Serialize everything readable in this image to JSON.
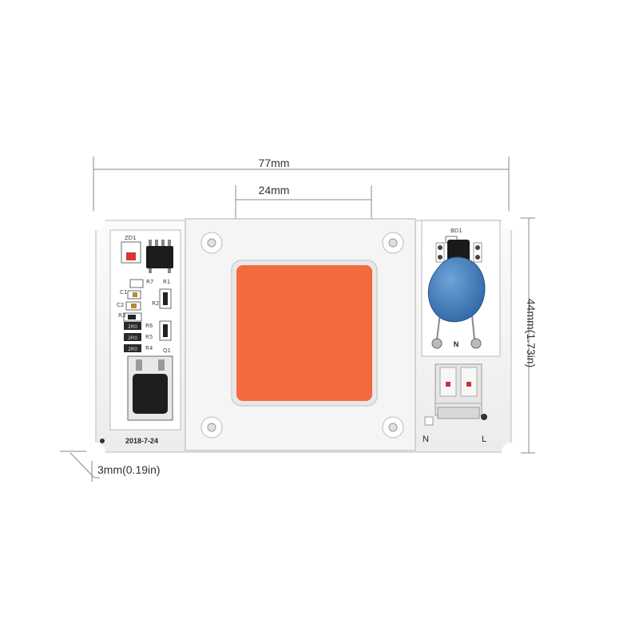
{
  "dimensions": {
    "width_label": "77mm",
    "led_label": "24mm",
    "height_label": "44mm(1.73in)",
    "thickness_label": "3mm(0.19in)"
  },
  "board": {
    "date_code": "2018-7-24",
    "terminal_n": "N",
    "terminal_l": "L",
    "bridge_label": "BD1",
    "varistor_mark": "N",
    "refs": {
      "zd1": "ZD1",
      "r7": "R7",
      "r1": "R1",
      "c1": "C1",
      "c2": "C2",
      "r2": "R2",
      "r3": "R3",
      "r6": "R6",
      "r5": "R5",
      "r4": "R4",
      "q1": "Q1"
    },
    "resistor_codes": {
      "r6": "2R0",
      "r5": "2R0",
      "r4": "2R0"
    }
  },
  "colors": {
    "led": "#f46a3f",
    "varistor": "#3a7bbf",
    "board": "#f4f4f4"
  }
}
